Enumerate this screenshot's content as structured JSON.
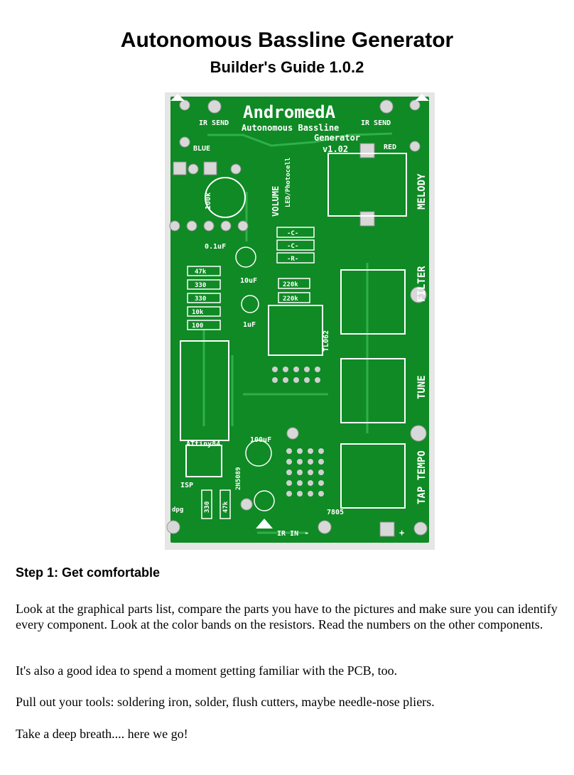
{
  "document": {
    "title": "Autonomous Bassline Generator",
    "subtitle": "Builder's Guide 1.0.2"
  },
  "pcb": {
    "brand": "AndromedA",
    "product_line1": "Autonomous Bassline",
    "product_line2": "Generator",
    "version": "v1.02",
    "labels": {
      "ir_send_left": "IR SEND",
      "ir_send_right": "IR SEND",
      "blue": "BLUE",
      "red": "RED",
      "melody": "MELODY",
      "filter": "FILTER",
      "tune": "TUNE",
      "tap_tempo": "TAP TEMPO",
      "volume": "VOLUME",
      "led_photocell": "LED/Photocell",
      "pot_100k": "100k",
      "cap_01uf": "0.1uF",
      "r_47k": "47k",
      "r_330_a": "330",
      "r_330_b": "330",
      "r_10k": "10k",
      "r_100": "100",
      "cap_10uf": "10uF",
      "cap_1uf": "1uF",
      "c1": "-C-",
      "c2": "-C-",
      "r1": "-R-",
      "r_220k_a": "220k",
      "r_220k_b": "220k",
      "opamp": "TL062",
      "cap_100uf": "100uF",
      "mcu": "ATtiny84",
      "isp": "ISP",
      "r_330_bottom": "330",
      "r_47k_bottom": "47k",
      "transistor": "2N5089",
      "regulator": "7805",
      "ir_in": "IR IN",
      "minus": "-",
      "plus": "+",
      "dpg": "dpg"
    }
  },
  "step1": {
    "heading": "Step 1: Get comfortable",
    "p1": "Look at the graphical parts list, compare the parts you have to the pictures and make sure you can identify every component. Look at the color bands on the resistors. Read the numbers on the other components.",
    "p2": "It's also a good idea to spend a moment getting familiar with the PCB, too.",
    "p3": "Pull out your tools: soldering iron, solder, flush cutters, maybe needle-nose pliers.",
    "p4": "Take a deep breath.... here we go!"
  }
}
